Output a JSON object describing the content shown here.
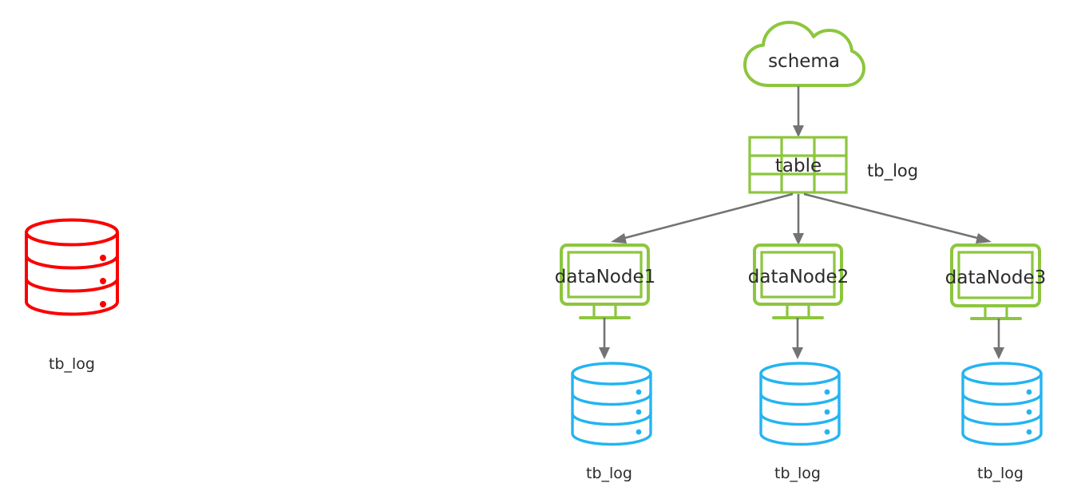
{
  "diagram": {
    "title": "",
    "colors": {
      "source_db": "#fa0000",
      "replica_db": "#24b4f2",
      "cluster_green": "#8cc63e",
      "connector_gray": "#737373",
      "background": "#ffffff",
      "text": "#2b2b2b"
    },
    "source": {
      "icon": "database-cylinder-icon",
      "label": "tb_log"
    },
    "cluster": {
      "schema": {
        "icon": "cloud-icon",
        "label": "schema"
      },
      "table": {
        "icon": "table-grid-icon",
        "label": "table",
        "side_label": "tb_log"
      },
      "nodes": [
        {
          "icon": "monitor-icon",
          "label": "dataNode1",
          "storage_icon": "database-cylinder-icon",
          "storage_label": "tb_log"
        },
        {
          "icon": "monitor-icon",
          "label": "dataNode2",
          "storage_icon": "database-cylinder-icon",
          "storage_label": "tb_log"
        },
        {
          "icon": "monitor-icon",
          "label": "dataNode3",
          "storage_icon": "database-cylinder-icon",
          "storage_label": "tb_log"
        }
      ]
    },
    "connectors": [
      {
        "name": "schema-to-table",
        "from": "schema",
        "to": "table"
      },
      {
        "name": "table-to-datanode1",
        "from": "table",
        "to": "dataNode1"
      },
      {
        "name": "table-to-datanode2",
        "from": "table",
        "to": "dataNode2"
      },
      {
        "name": "table-to-datanode3",
        "from": "table",
        "to": "dataNode3"
      },
      {
        "name": "datanode1-to-storage",
        "from": "dataNode1",
        "to": "tb_log"
      },
      {
        "name": "datanode2-to-storage",
        "from": "dataNode2",
        "to": "tb_log"
      },
      {
        "name": "datanode3-to-storage",
        "from": "dataNode3",
        "to": "tb_log"
      }
    ]
  }
}
